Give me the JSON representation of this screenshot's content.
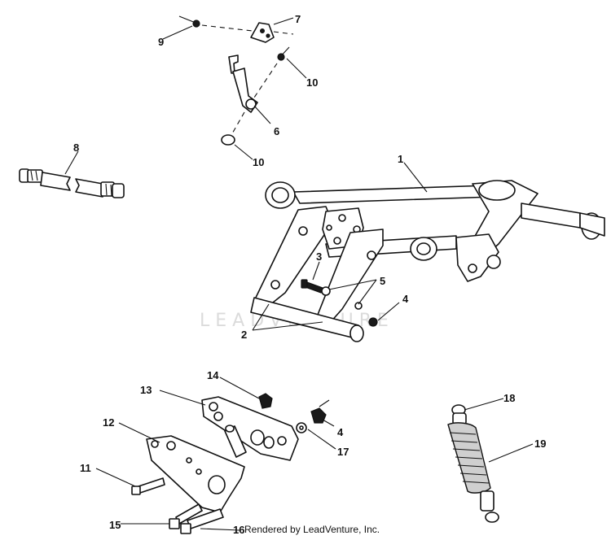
{
  "diagram": {
    "watermark": "LEADVENTURE",
    "credit": "Rendered by LeadVenture, Inc.",
    "callouts": [
      "1",
      "2",
      "3",
      "4",
      "4",
      "5",
      "6",
      "7",
      "8",
      "9",
      "10",
      "10",
      "11",
      "12",
      "13",
      "14",
      "15",
      "16",
      "17",
      "18",
      "19"
    ]
  }
}
